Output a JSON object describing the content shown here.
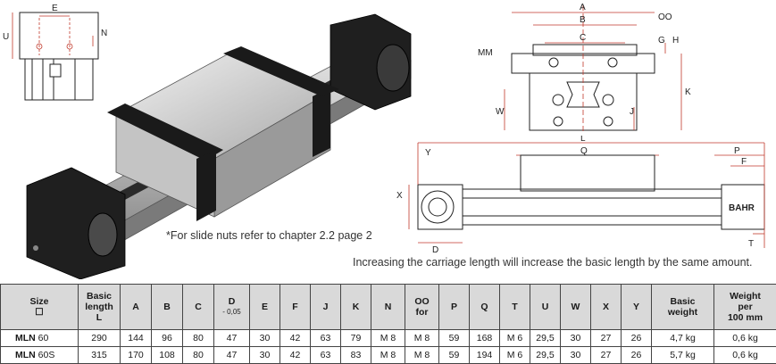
{
  "note": "*For slide nuts refer to chapter 2.2 page 2",
  "caption": "Increasing the carriage length will increase the basic length by the same amount.",
  "drawing_labels": {
    "top_left": [
      "E",
      "U",
      "N"
    ],
    "end_view": [
      "A",
      "B",
      "C",
      "OO",
      "G",
      "H",
      "MM",
      "K",
      "W",
      "J"
    ],
    "side_view": [
      "L",
      "Q",
      "P",
      "F",
      "Y",
      "X",
      "D",
      "T"
    ],
    "logo": "BAHR"
  },
  "table": {
    "headers": [
      {
        "line1": "Size",
        "line2": "☐"
      },
      {
        "line1": "Basic",
        "line2": "length",
        "line3": "L"
      },
      {
        "line1": "A"
      },
      {
        "line1": "B"
      },
      {
        "line1": "C"
      },
      {
        "line1": "D",
        "sub": "- 0,05"
      },
      {
        "line1": "E"
      },
      {
        "line1": "F"
      },
      {
        "line1": "J"
      },
      {
        "line1": "K"
      },
      {
        "line1": "N"
      },
      {
        "line1": "OO",
        "line2": "for"
      },
      {
        "line1": "P"
      },
      {
        "line1": "Q"
      },
      {
        "line1": "T"
      },
      {
        "line1": "U"
      },
      {
        "line1": "W"
      },
      {
        "line1": "X"
      },
      {
        "line1": "Y"
      },
      {
        "line1": "Basic",
        "line2": "weight"
      },
      {
        "line1": "Weight",
        "line2": "per",
        "line3": "100 mm"
      }
    ],
    "rows": [
      {
        "model": "MLN",
        "size": "60",
        "cells": [
          "290",
          "144",
          "96",
          "80",
          "47",
          "30",
          "42",
          "63",
          "79",
          "M 8",
          "M 8",
          "59",
          "168",
          "M 6",
          "29,5",
          "30",
          "27",
          "26",
          "4,7 kg",
          "0,6 kg"
        ]
      },
      {
        "model": "MLN",
        "size": "60S",
        "cells": [
          "315",
          "170",
          "108",
          "80",
          "47",
          "30",
          "42",
          "63",
          "83",
          "M 8",
          "M 8",
          "59",
          "194",
          "M 6",
          "29,5",
          "30",
          "27",
          "26",
          "5,7 kg",
          "0,6 kg"
        ]
      }
    ]
  }
}
